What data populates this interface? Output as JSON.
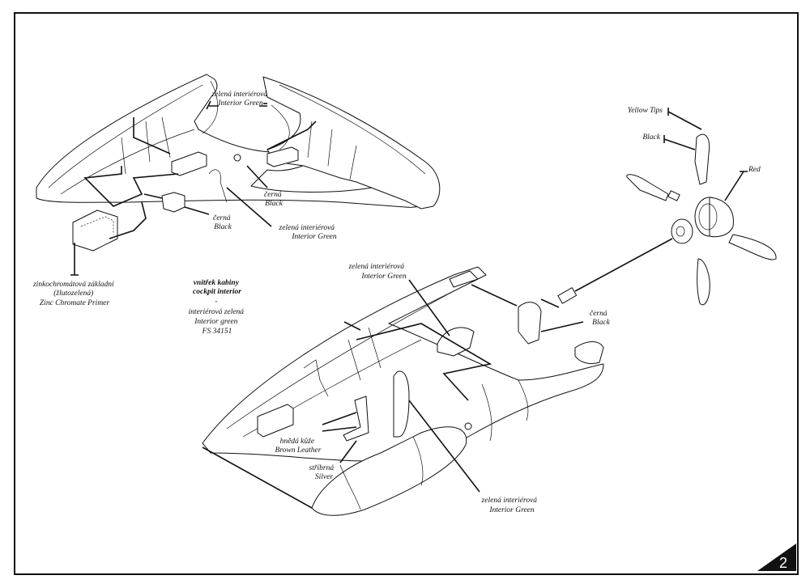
{
  "labels": {
    "interior_green_top": [
      "zelená interiérová",
      "Interior Green"
    ],
    "black_mid": [
      "černá",
      "Black"
    ],
    "interior_green_mid": [
      "zelená interiérová",
      "Interior Green"
    ],
    "black_left": [
      "černá",
      "Black"
    ],
    "zinc": [
      "zinkochromátová základní",
      "(žlutozelená)",
      "Zinc Chromate Primer"
    ],
    "cockpit": [
      "vnitřek kabiny",
      "cockpit interior",
      "-",
      "interiérová zelená",
      "Interior green",
      "FS 34151"
    ],
    "interior_green_cockpit": [
      "zelená interiérová",
      "Interior Green"
    ],
    "black_spinner": [
      "černá",
      "Black"
    ],
    "yellow_tips": "Yellow Tips",
    "black_prop": "Black",
    "red": "Red",
    "brown_leather": [
      "hnědá kůže",
      "Brown Leather"
    ],
    "silver": [
      "stříbrná",
      "Silver"
    ],
    "interior_green_bottom": [
      "zelená interiérová",
      "Interior Green"
    ]
  },
  "page_number": "2"
}
